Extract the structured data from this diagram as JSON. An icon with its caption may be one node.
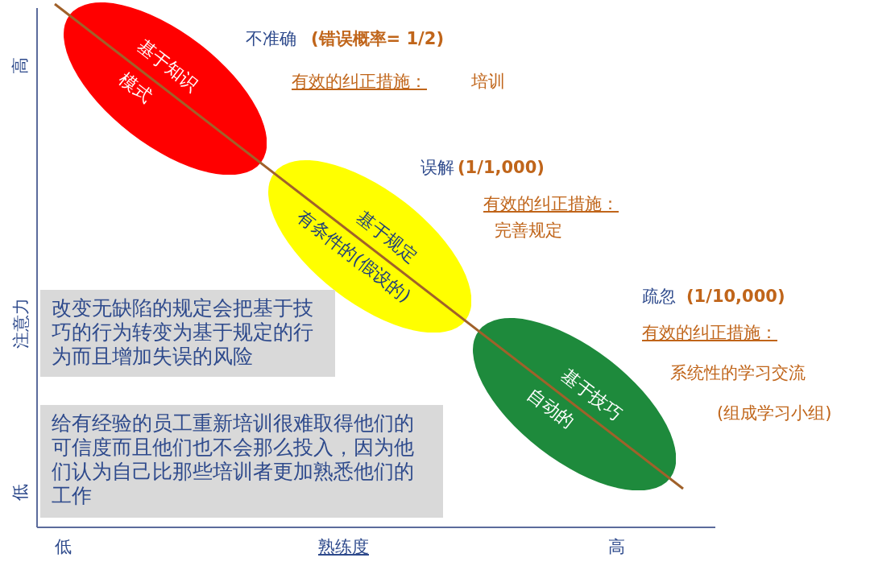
{
  "diagram": {
    "nodes": [
      {
        "text": [
          "基于知识",
          "模式"
        ]
      },
      {
        "text": [
          "基于规定",
          "有条件的(假设的)"
        ]
      },
      {
        "text": [
          "基于技巧",
          "自动的"
        ]
      },
      {
        "text": [
          "改变无缺陷的规定会把基于技巧的行为转变为基于规定的行为而且增加失误的风险"
        ]
      },
      {
        "text": [
          "给有经验的员工重新培训很难取得他们的可信度而且他们也不会那么投入，因为他们认为自己比那些培训者更加熟悉他们的工作"
        ]
      }
    ],
    "edges": [],
    "labels": [
      "高",
      "不准确",
      "(错误概率= 1/2)",
      "有效的纠正措施：",
      "培训",
      "误解",
      "(1/1,000)",
      "有效的纠正措施：",
      "完善规定",
      "注意力",
      "疏忽",
      "(1/10,000)",
      "有效的纠正措施：",
      "系统性的学习交流",
      "(组成学习小组)",
      "低",
      "低",
      "熟练度",
      "高"
    ]
  }
}
